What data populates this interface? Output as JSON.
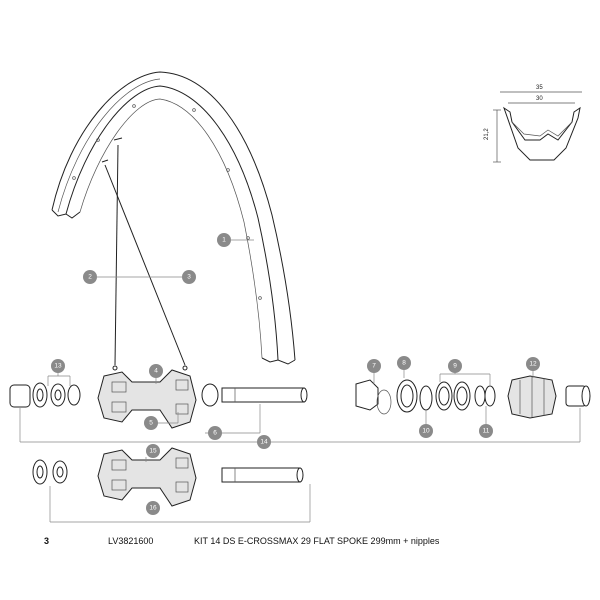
{
  "footer": {
    "item": "3",
    "ref": "LV3821600",
    "desc": "KIT 14 DS E-CROSSMAX 29 FLAT SPOKE 299mm + nipples"
  },
  "profile": {
    "outer_width": "35",
    "inner_width": "30",
    "height": "21,2"
  },
  "callouts": [
    "1",
    "2",
    "3",
    "4",
    "5",
    "6",
    "7",
    "8",
    "9",
    "10",
    "11",
    "12",
    "13",
    "14",
    "15",
    "16"
  ],
  "colors": {
    "badge": "#8a8a8a",
    "line": "#222222"
  }
}
